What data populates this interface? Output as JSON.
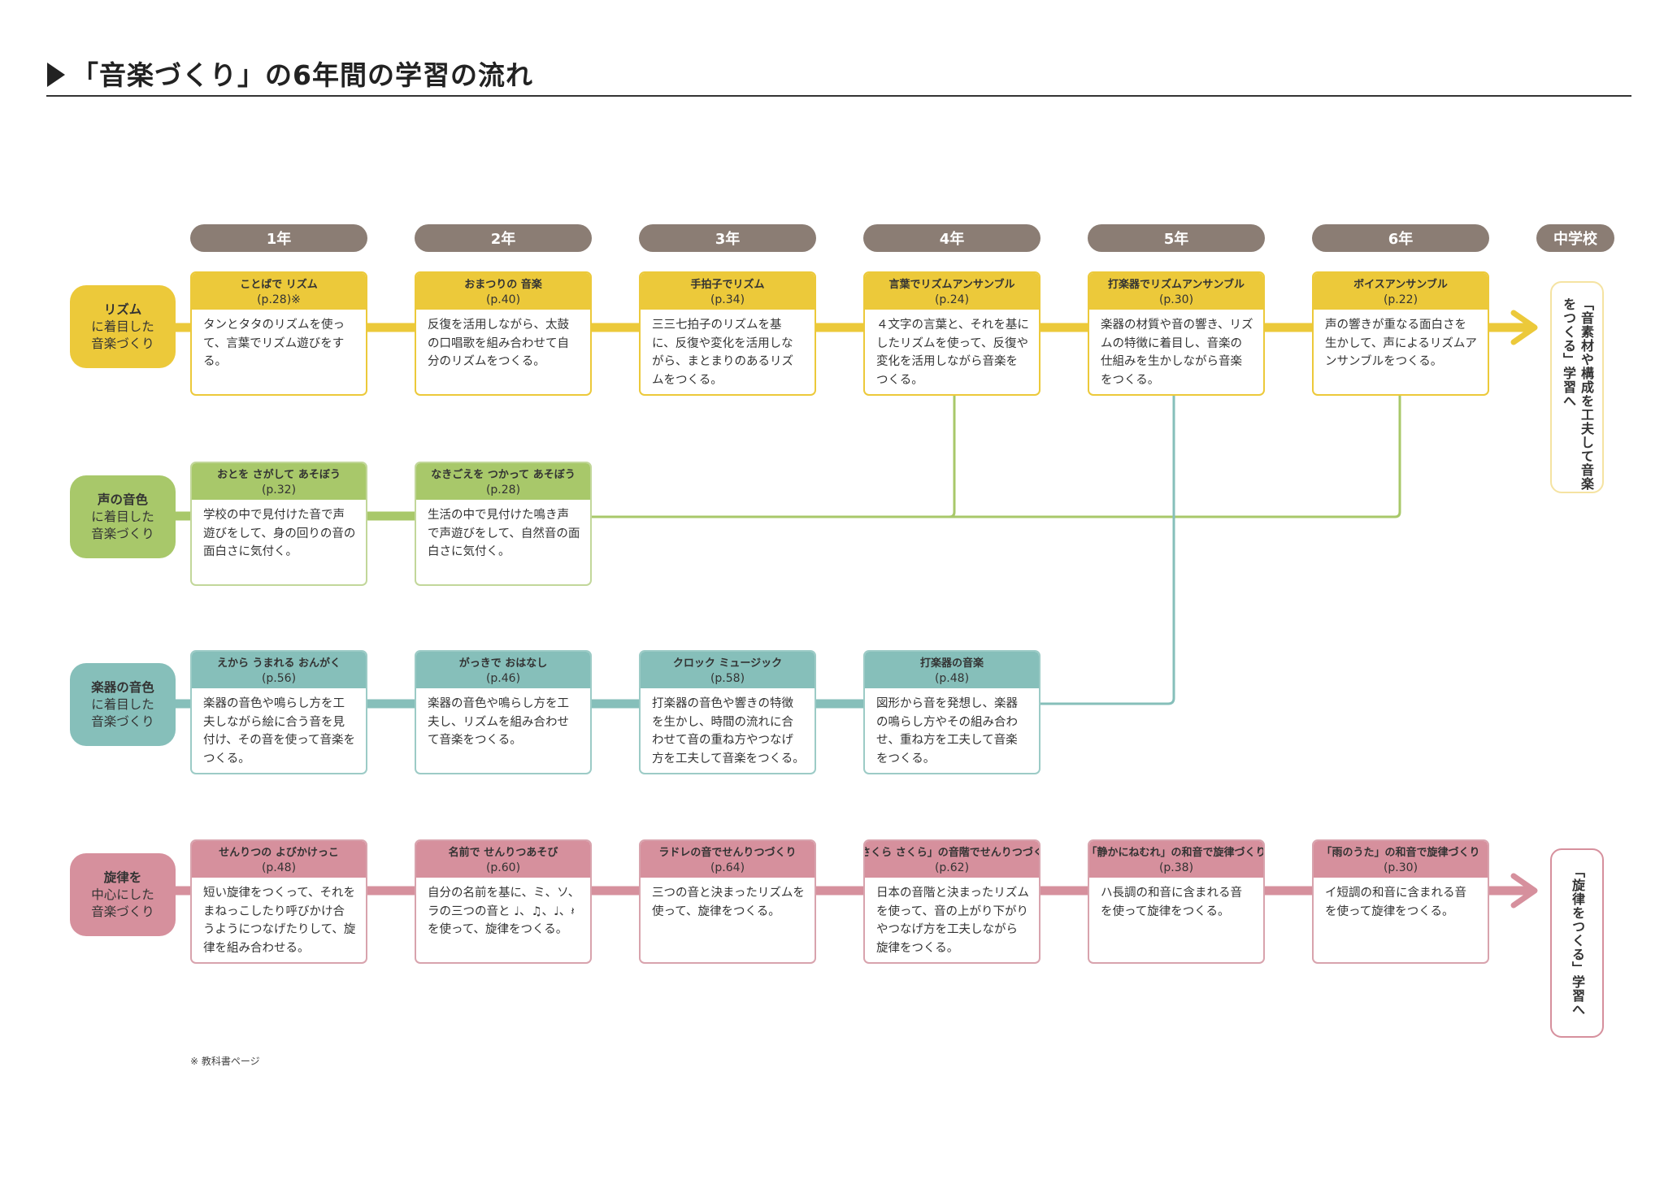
{
  "page_title": "「音楽づくり」の6年間の学習の流れ",
  "years": [
    "1年",
    "2年",
    "3年",
    "4年",
    "5年",
    "6年",
    "中学校"
  ],
  "colors": {
    "rhythm": "#ecc93a",
    "rhythm_light": "#f5e3a2",
    "voice": "#a8c86a",
    "instrument": "#86bfba",
    "melody": "#d6909d",
    "year_pill": "#8b7d74",
    "melody_border": "#d8a3ad",
    "voice_border": "#c2d79a",
    "instrument_border": "#9ccbc6"
  },
  "rows": [
    {
      "key": "rhythm",
      "label_strong": "リズム",
      "label_line2": "に着目した",
      "label_line3": "音楽づくり"
    },
    {
      "key": "voice",
      "label_strong": "声の音色",
      "label_line2": "に着目した",
      "label_line3": "音楽づくり"
    },
    {
      "key": "instrument",
      "label_strong": "楽器の音色",
      "label_line2": "に着目した",
      "label_line3": "音楽づくり"
    },
    {
      "key": "melody",
      "label_strong": "旋律を",
      "label_line2": "中心にした",
      "label_line3": "音楽づくり"
    }
  ],
  "cards": {
    "rhythm": [
      {
        "title": "ことばで リズム",
        "page": "(p.28)※",
        "text": "タンとタタのリズムを使って、言葉でリズム遊びをする。"
      },
      {
        "title": "おまつりの 音楽",
        "page": "(p.40)",
        "text": "反復を活用しながら、太鼓の口唱歌を組み合わせて自分のリズムをつくる。"
      },
      {
        "title": "手拍子でリズム",
        "page": "(p.34)",
        "text": "三三七拍子のリズムを基に、反復や変化を活用しながら、まとまりのあるリズムをつくる。"
      },
      {
        "title": "言葉でリズムアンサンブル",
        "page": "(p.24)",
        "text": "４文字の言葉と、それを基にしたリズムを使って、反復や変化を活用しながら音楽をつくる。"
      },
      {
        "title": "打楽器でリズムアンサンブル",
        "page": "(p.30)",
        "text": "楽器の材質や音の響き、リズムの特徴に着目し、音楽の仕組みを生かしながら音楽をつくる。"
      },
      {
        "title": "ボイスアンサンブル",
        "page": "(p.22)",
        "text": "声の響きが重なる面白さを生かして、声によるリズムアンサンブルをつくる。"
      }
    ],
    "voice": [
      {
        "title": "おとを さがして あそぼう",
        "page": "(p.32)",
        "text": "学校の中で見付けた音で声遊びをして、身の回りの音の面白さに気付く。"
      },
      {
        "title": "なきごえを つかって あそぼう",
        "page": "(p.28)",
        "text": "生活の中で見付けた鳴き声で声遊びをして、自然音の面白さに気付く。"
      }
    ],
    "instrument": [
      {
        "title": "えから うまれる おんがく",
        "page": "(p.56)",
        "text": "楽器の音色や鳴らし方を工夫しながら絵に合う音を見付け、その音を使って音楽をつくる。"
      },
      {
        "title": "がっきで おはなし",
        "page": "(p.46)",
        "text": "楽器の音色や鳴らし方を工夫し、リズムを組み合わせて音楽をつくる。"
      },
      {
        "title": "クロック ミュージック",
        "page": "(p.58)",
        "text": "打楽器の音色や響きの特徴を生かし、時間の流れに合わせて音の重ね方やつなげ方を工夫して音楽をつくる。"
      },
      {
        "title": "打楽器の音楽",
        "page": "(p.48)",
        "text": "図形から音を発想し、楽器の鳴らし方やその組み合わせ、重ね方を工夫して音楽をつくる。"
      }
    ],
    "melody": [
      {
        "title": "せんりつの よびかけっこ",
        "page": "(p.48)",
        "text": "短い旋律をつくって、それをまねっこしたり呼びかけ合うようにつなげたりして、旋律を組み合わせる。"
      },
      {
        "title": "名前で せんりつあそび",
        "page": "(p.60)",
        "text": "自分の名前を基に、ミ、ソ、ラの三つの音と ♩、♫、♩、𝄽を使って、旋律をつくる。"
      },
      {
        "title": "ラドレの音でせんりつづくり",
        "page": "(p.64)",
        "text": "三つの音と決まったリズムを使って、旋律をつくる。"
      },
      {
        "title": "「さくら さくら」の音階でせんりつづくり",
        "page": "(p.62)",
        "text": "日本の音階と決まったリズムを使って、音の上がり下がりやつなげ方を工夫しながら旋律をつくる。"
      },
      {
        "title": "「静かにねむれ」の和音で旋律づくり",
        "page": "(p.38)",
        "text": "ハ長調の和音に含まれる音を使って旋律をつくる。"
      },
      {
        "title": "「雨のうた」の和音で旋律づくり",
        "page": "(p.30)",
        "text": "イ短調の和音に含まれる音を使って旋律をつくる。"
      }
    ]
  },
  "destinations": {
    "rhythm": "「音素材や構成を工夫して音楽をつくる」学習へ",
    "melody": "「旋律をつくる」学習へ"
  },
  "footnote": "※ 教科書ページ"
}
